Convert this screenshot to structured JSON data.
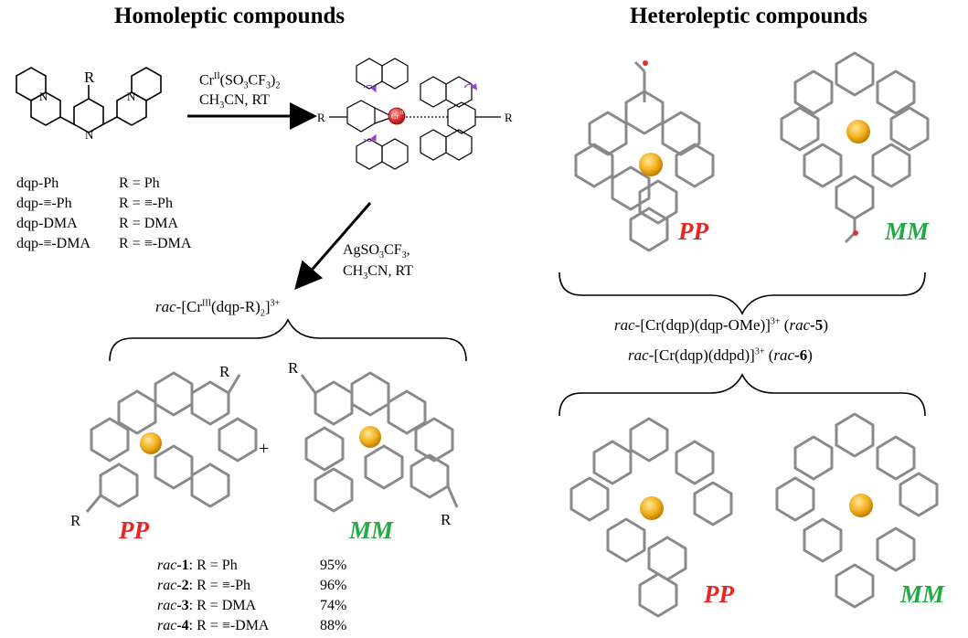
{
  "headers": {
    "homoleptic": "Homoleptic compounds",
    "heteroleptic": "Heteroleptic compounds"
  },
  "ligand": {
    "r_label": "R",
    "variants": [
      {
        "name": "dqp-Ph",
        "r": "R = Ph"
      },
      {
        "name": "dqp-≡-Ph",
        "r": "R = ≡-Ph"
      },
      {
        "name": "dqp-DMA",
        "r": "R = DMA"
      },
      {
        "name": "dqp-≡-DMA",
        "r": "R = ≡-DMA"
      }
    ]
  },
  "reaction1": {
    "reagent_prefix": "Cr",
    "reagent_ox": "II",
    "reagent_rest": "(SO",
    "reagent_sub1": "3",
    "reagent_cf": "CF",
    "reagent_sub2": "3",
    "reagent_close": ")",
    "reagent_sub3": "2",
    "solvent_a": "CH",
    "solvent_sub": "3",
    "solvent_b": "CN, RT"
  },
  "crii_complex": {
    "metal": "Cr",
    "metal_ox": "II",
    "r_left": "R",
    "r_right": "R"
  },
  "reaction2": {
    "reagent_a": "AgSO",
    "reagent_sub1": "3",
    "reagent_b": "CF",
    "reagent_sub2": "3",
    "reagent_c": ",",
    "solvent_a": "CH",
    "solvent_sub": "3",
    "solvent_b": "CN, RT"
  },
  "homo_product": {
    "rac": "rac",
    "mid": "-[Cr",
    "ox": "III",
    "mid2": "(dqp-R)",
    "sub": "2",
    "close": "]",
    "charge": "3+"
  },
  "homo_isomers": {
    "pp": "PP",
    "mm": "MM",
    "plus": "+",
    "r_label": "R"
  },
  "yields": [
    {
      "rac": "rac",
      "num": "-1",
      "r": ": R = Ph",
      "pct": "95%"
    },
    {
      "rac": "rac",
      "num": "-2",
      "r": ": R = ≡-Ph",
      "pct": "96%"
    },
    {
      "rac": "rac",
      "num": "-3",
      "r": ": R = DMA",
      "pct": "74%"
    },
    {
      "rac": "rac",
      "num": "-4",
      "r": ": R = ≡-DMA",
      "pct": "88%"
    }
  ],
  "hetero": {
    "pp": "PP",
    "mm": "MM",
    "c5": {
      "rac": "rac",
      "mid": "-[Cr(dqp)(dqp-OMe)]",
      "charge": "3+",
      "paren": " (",
      "rac2": "rac",
      "num": "-5",
      "close": ")"
    },
    "c6": {
      "rac": "rac",
      "mid": "-[Cr(dqp)(ddpd)]",
      "charge": "3+",
      "paren": " (",
      "rac2": "rac",
      "num": "-6",
      "close": ")"
    }
  },
  "colors": {
    "pp": "#ee2222",
    "mm": "#22aa44",
    "metal": "#f2b01e",
    "bond": "#8a8a8a",
    "nitrogen": "#9a9ae0",
    "arrow_purple": "#9944cc",
    "cr_sphere": "#ee3333"
  }
}
